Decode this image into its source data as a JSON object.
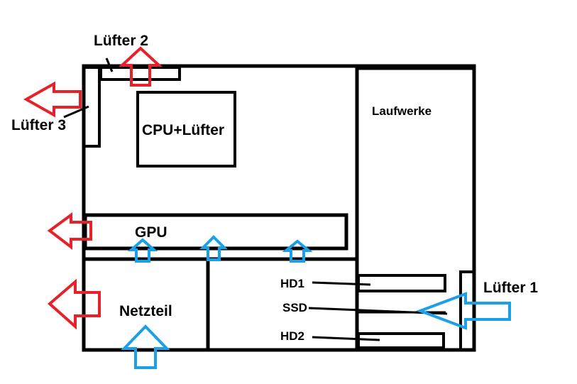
{
  "labels": {
    "fan2": "Lüfter 2",
    "fan3": "Lüfter 3",
    "fan1": "Lüfter 1",
    "cpu": "CPU+Lüfter",
    "drives": "Laufwerke",
    "gpu": "GPU",
    "psu": "Netzteil",
    "hd1": "HD1",
    "ssd": "SSD",
    "hd2": "HD2"
  },
  "colors": {
    "outline": "#000000",
    "exhaust": "#e8202a",
    "intake": "#1aa0e8",
    "background": "#ffffff"
  }
}
